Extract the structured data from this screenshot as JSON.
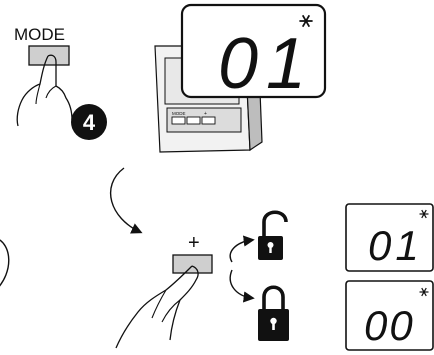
{
  "step": {
    "button_label": "MODE",
    "step_number": "4"
  },
  "thermostat": {
    "display_value": "01",
    "mode_icon": "snowflake-icon",
    "small_button_labels": [
      "MODE",
      "+"
    ]
  },
  "adjust": {
    "button_label": "+"
  },
  "results": [
    {
      "lock_state": "unlocked",
      "icon": "unlocked-padlock-icon",
      "display_value": "01",
      "mode_icon": "snowflake-icon"
    },
    {
      "lock_state": "locked",
      "icon": "locked-padlock-icon",
      "display_value": "00",
      "mode_icon": "snowflake-icon"
    }
  ],
  "colors": {
    "button_fill": "#cfcfcf",
    "device_body": "#e6e6e6",
    "device_shadow": "#9a9a9a",
    "ink": "#111111",
    "step_badge": "#111111"
  }
}
